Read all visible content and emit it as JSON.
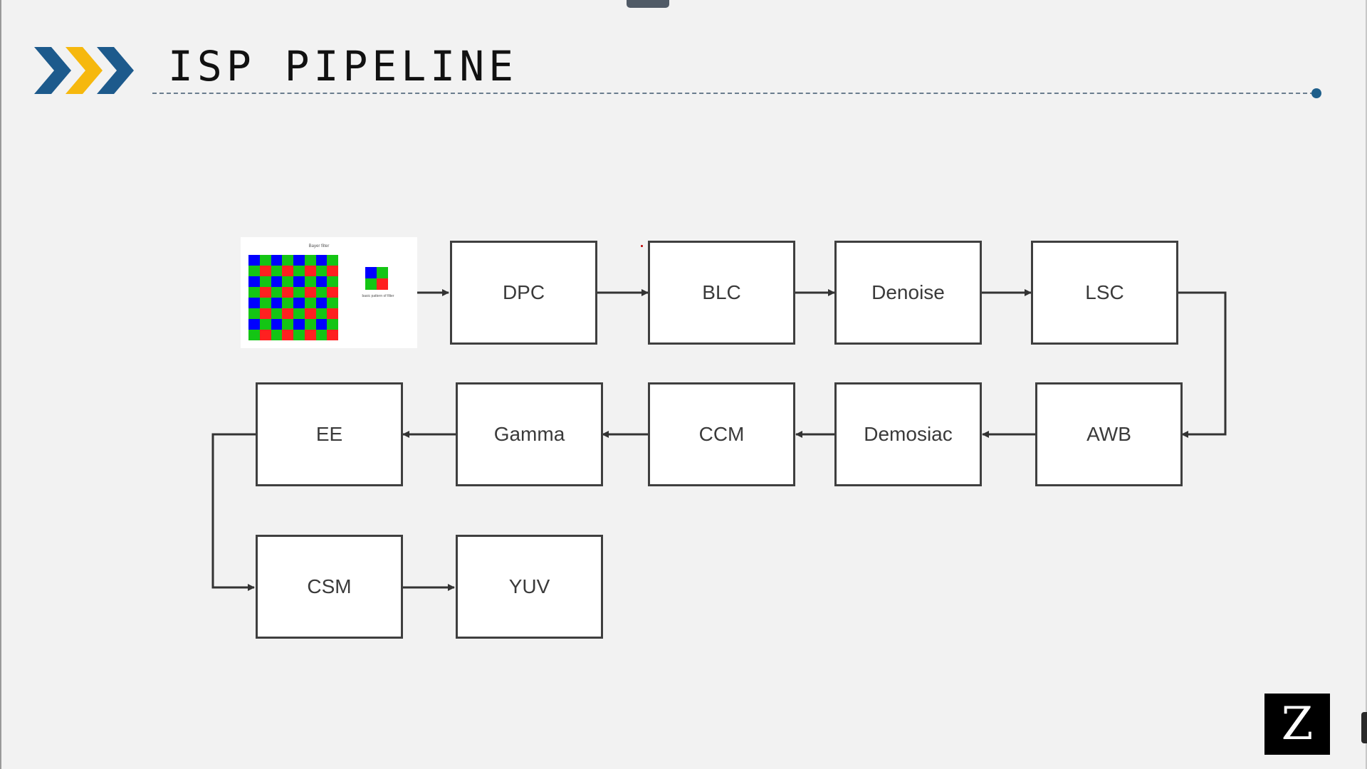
{
  "header": {
    "title": "ISP PIPELINE",
    "chevron_colors": [
      "#1d5a8c",
      "#f6b80e",
      "#1d5a8c"
    ],
    "rule_color": "#6a7d8e",
    "dot_color": "#1f5f8b"
  },
  "bayer": {
    "title": "Bayer filter",
    "unit_label": "basic pattern of filter",
    "colors": {
      "blue": "#0000ff",
      "green": "#14c514",
      "red": "#ff2020"
    }
  },
  "diagram": {
    "nodes": [
      {
        "id": "dpc",
        "label": "DPC"
      },
      {
        "id": "blc",
        "label": "BLC"
      },
      {
        "id": "denoise",
        "label": "Denoise"
      },
      {
        "id": "lsc",
        "label": "LSC"
      },
      {
        "id": "awb",
        "label": "AWB"
      },
      {
        "id": "demosiac",
        "label": "Demosiac"
      },
      {
        "id": "ccm",
        "label": "CCM"
      },
      {
        "id": "gamma",
        "label": "Gamma"
      },
      {
        "id": "ee",
        "label": "EE"
      },
      {
        "id": "csm",
        "label": "CSM"
      },
      {
        "id": "yuv",
        "label": "YUV"
      }
    ],
    "edges": [
      [
        "bayer",
        "dpc"
      ],
      [
        "dpc",
        "blc"
      ],
      [
        "blc",
        "denoise"
      ],
      [
        "denoise",
        "lsc"
      ],
      [
        "lsc",
        "awb"
      ],
      [
        "awb",
        "demosiac"
      ],
      [
        "demosiac",
        "ccm"
      ],
      [
        "ccm",
        "gamma"
      ],
      [
        "gamma",
        "ee"
      ],
      [
        "ee",
        "csm"
      ],
      [
        "csm",
        "yuv"
      ]
    ]
  },
  "logo": {
    "letter": "Z"
  }
}
